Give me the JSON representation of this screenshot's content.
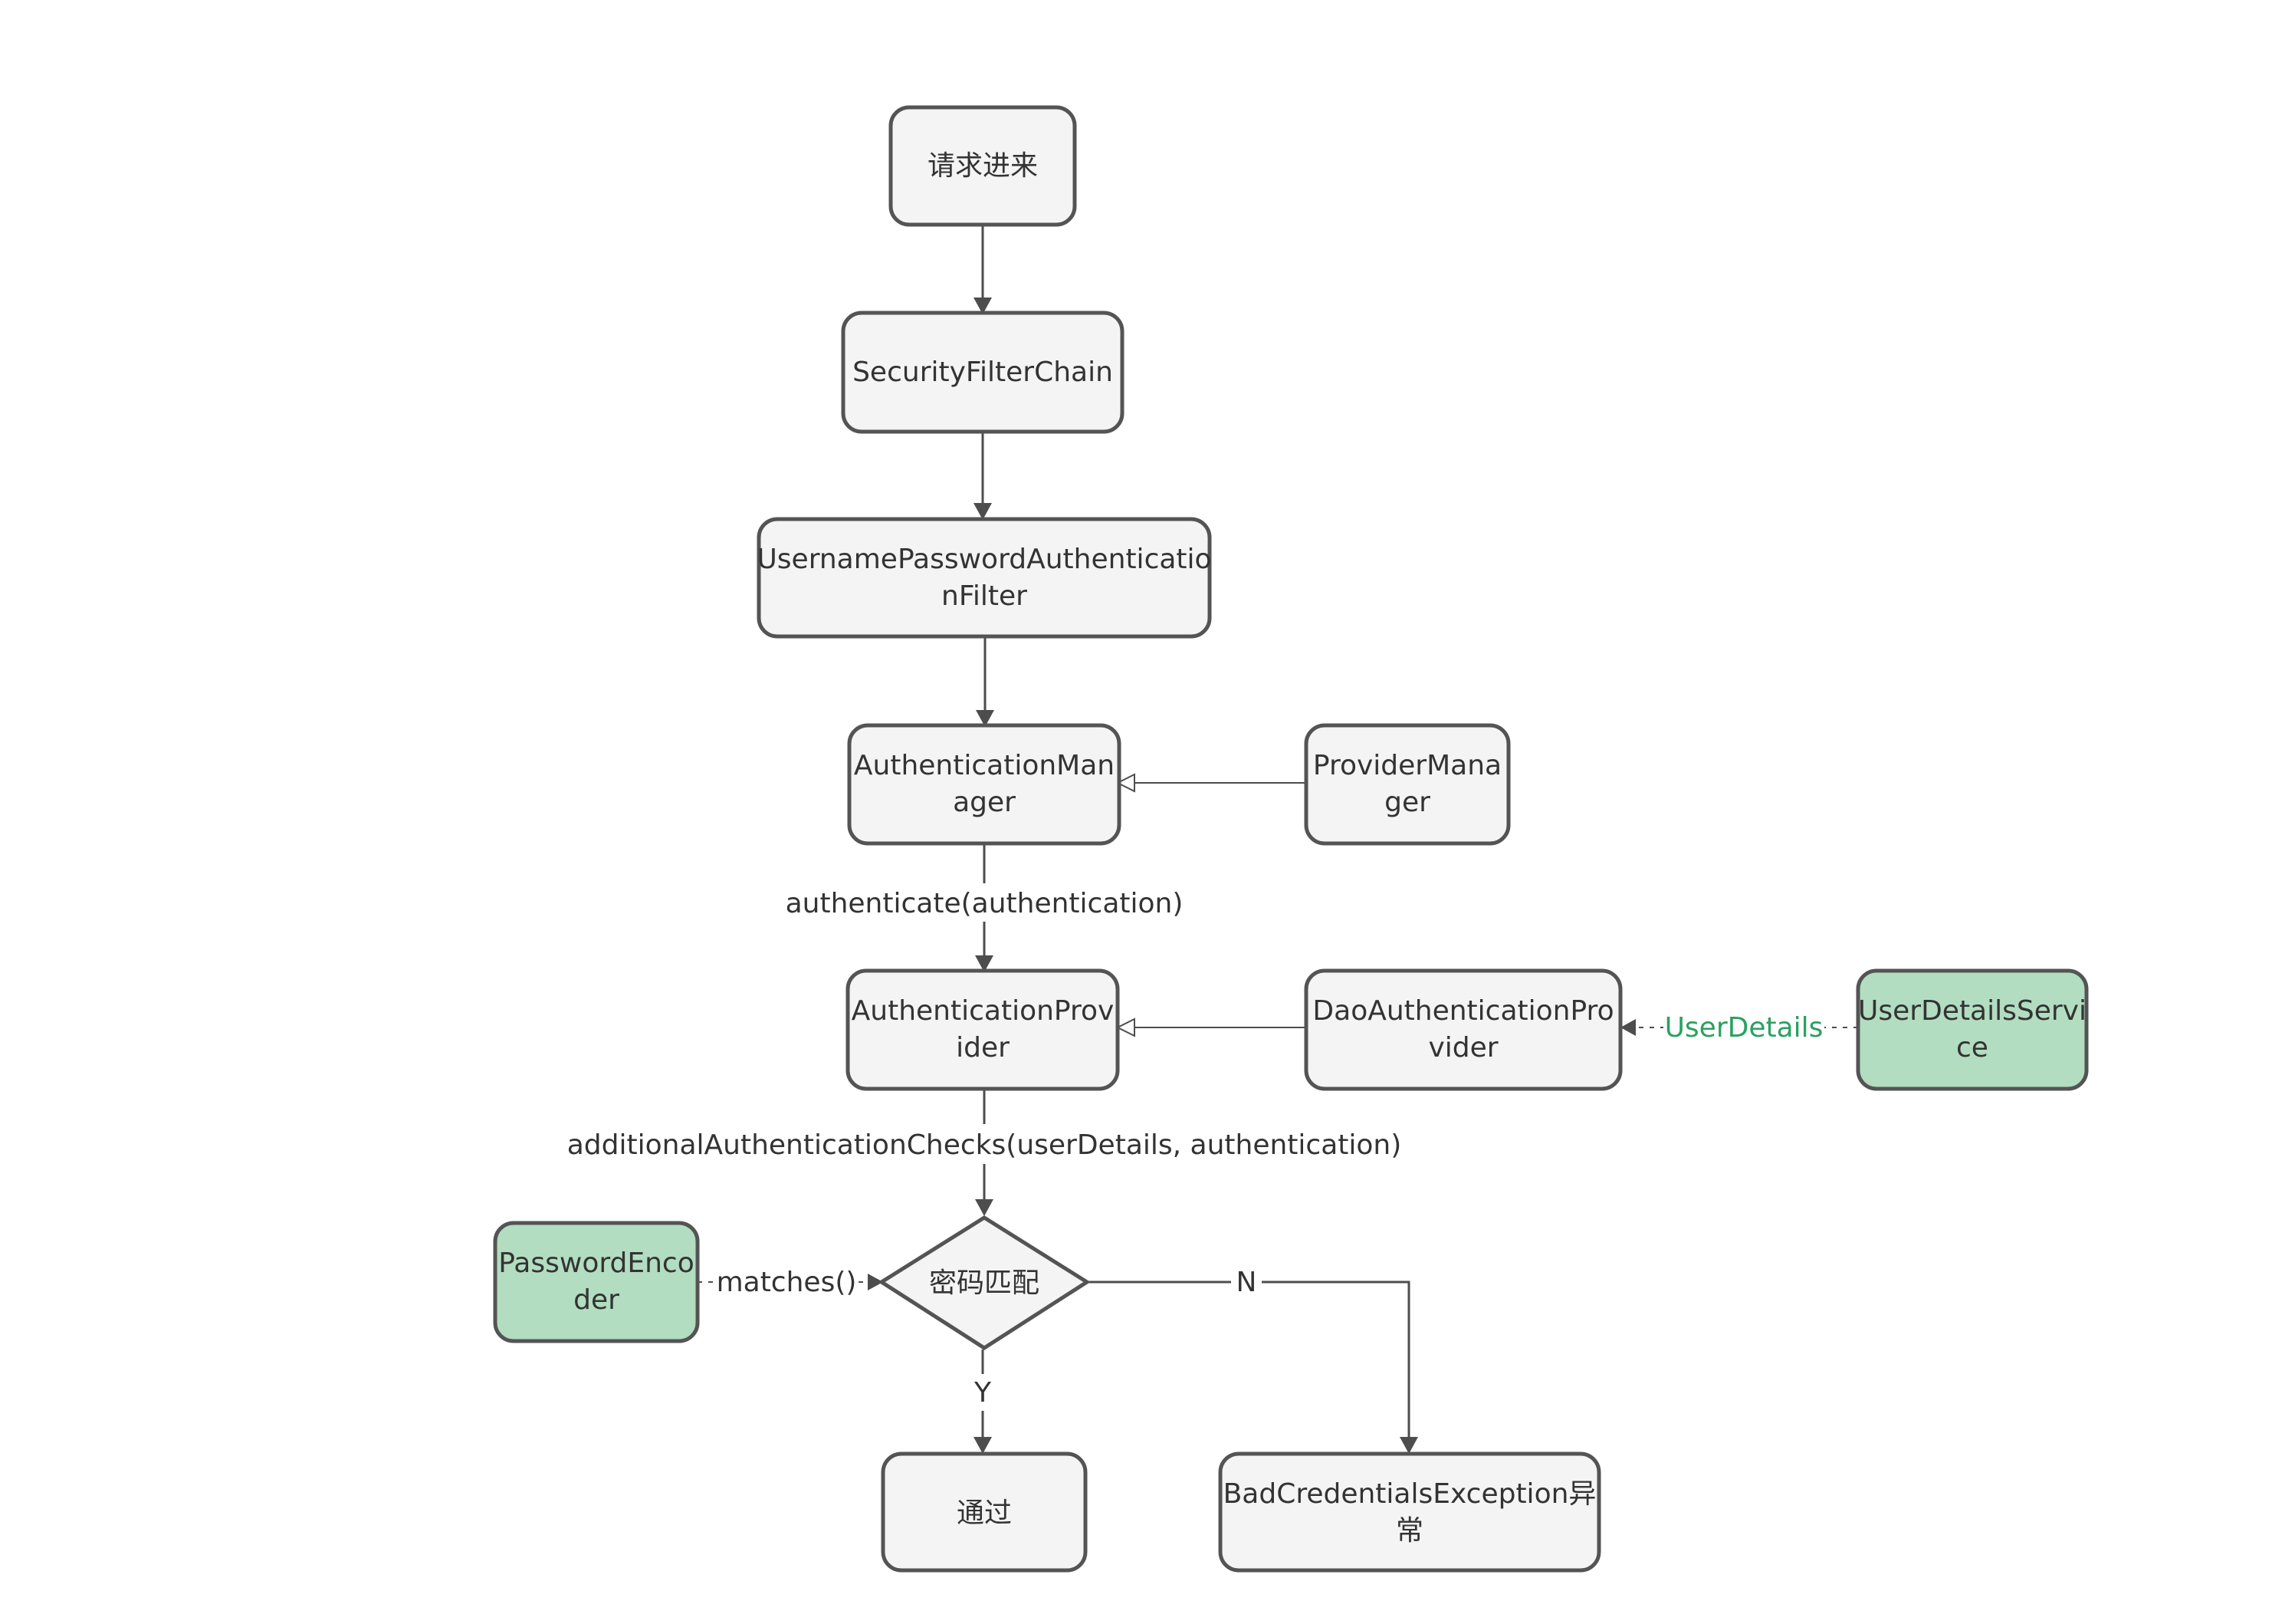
{
  "nodes": {
    "request": "请求进来",
    "security_filter_chain": "SecurityFilterChain",
    "upaf": [
      "UsernamePasswordAuthenticatio",
      "nFilter"
    ],
    "authentication_manager": [
      "AuthenticationMan",
      "ager"
    ],
    "provider_manager": [
      "ProviderMana",
      "ger"
    ],
    "authentication_provider": [
      "AuthenticationProv",
      "ider"
    ],
    "dao_authentication_provider": [
      "DaoAuthenticationPro",
      "vider"
    ],
    "user_details_service": [
      "UserDetailsServi",
      "ce"
    ],
    "password_encoder": [
      "PasswordEnco",
      "der"
    ],
    "password_match": "密码匹配",
    "pass": "通过",
    "bad_credentials": [
      "BadCredentialsException异",
      "常"
    ]
  },
  "edges": {
    "authenticate": "authenticate(authentication)",
    "additional_checks": "additionalAuthenticationChecks(userDetails, authentication)",
    "user_details": "UserDetails",
    "matches": "matches()",
    "no": "N",
    "yes": "Y"
  },
  "colors": {
    "node_fill": "#f4f4f4",
    "node_stroke": "#545454",
    "green_fill": "#b2ddc0",
    "green_text": "#2aa15f",
    "edge": "#4d4d4d"
  }
}
